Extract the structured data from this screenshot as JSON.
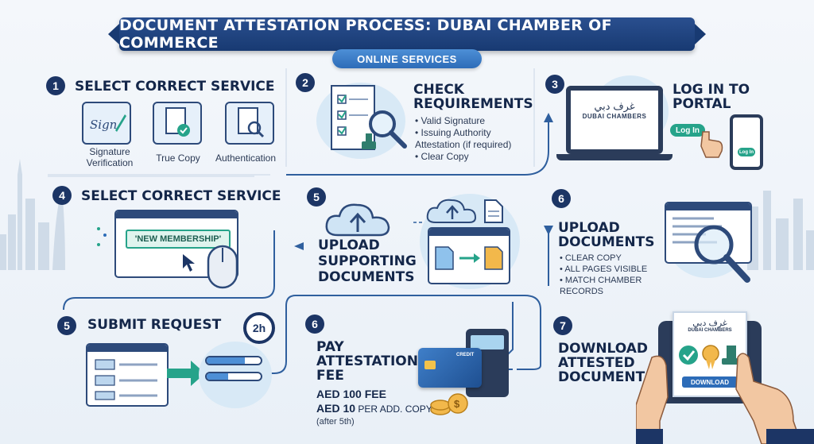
{
  "header": {
    "title": "DOCUMENT ATTESTATION PROCESS: DUBAI CHAMBER OF COMMERCE",
    "subtitle": "ONLINE SERVICES"
  },
  "steps": {
    "s1": {
      "number": "1",
      "heading": "SELECT CORRECT SERVICE",
      "options": [
        "Signature Verification",
        "True Copy",
        "Authentication"
      ],
      "signature_icon_text": "Sign"
    },
    "s2": {
      "number": "2",
      "heading_line1": "CHECK",
      "heading_line2": "REQUIREMENTS",
      "bullets": [
        "Valid Signature",
        "Issuing Authority Attestation (if required)",
        "Clear Copy"
      ]
    },
    "s3": {
      "number": "3",
      "heading_line1": "LOG IN TO",
      "heading_line2": "PORTAL",
      "logo_arabic": "غرف دبي",
      "logo_text": "DUBAI CHAMBERS",
      "login_button": "Log In",
      "phone_button": "Log In"
    },
    "s4": {
      "number": "4",
      "heading": "SELECT CORRECT SERVICE",
      "option_label": "'NEW MEMBERSHIP'"
    },
    "s5a": {
      "number": "5",
      "heading_line1": "UPLOAD",
      "heading_line2": "SUPPORTING",
      "heading_line3": "DOCUMENTS"
    },
    "s6a": {
      "number": "6",
      "heading_line1": "UPLOAD",
      "heading_line2": "DOCUMENTS",
      "bullets": [
        "CLEAR COPY",
        "ALL PAGES VISIBLE",
        "MATCH CHAMBER RECORDS"
      ]
    },
    "s5b": {
      "number": "5",
      "heading": "SUBMIT REQUEST",
      "timer": "2h"
    },
    "s6b": {
      "number": "6",
      "heading_line1": "PAY",
      "heading_line2": "ATTESTATION",
      "heading_line3": "FEE",
      "fee_line1": "AED 100 FEE",
      "fee_line2_bold": "AED 10",
      "fee_line2_rest": " PER ADD. COPY",
      "fee_note": "(after 5th)",
      "card_label": "CREDIT"
    },
    "s7": {
      "number": "7",
      "heading_line1": "DOWNLOAD",
      "heading_line2": "ATTESTED",
      "heading_line3": "DOCUMENT",
      "doc_logo_arabic": "غرف دبي",
      "doc_logo_text": "DUBAI CHAMBERS",
      "download_button": "DOWNLOAD"
    }
  },
  "colors": {
    "navy": "#1c3565",
    "accent_blue": "#2d6cb8",
    "teal": "#26a38a"
  }
}
